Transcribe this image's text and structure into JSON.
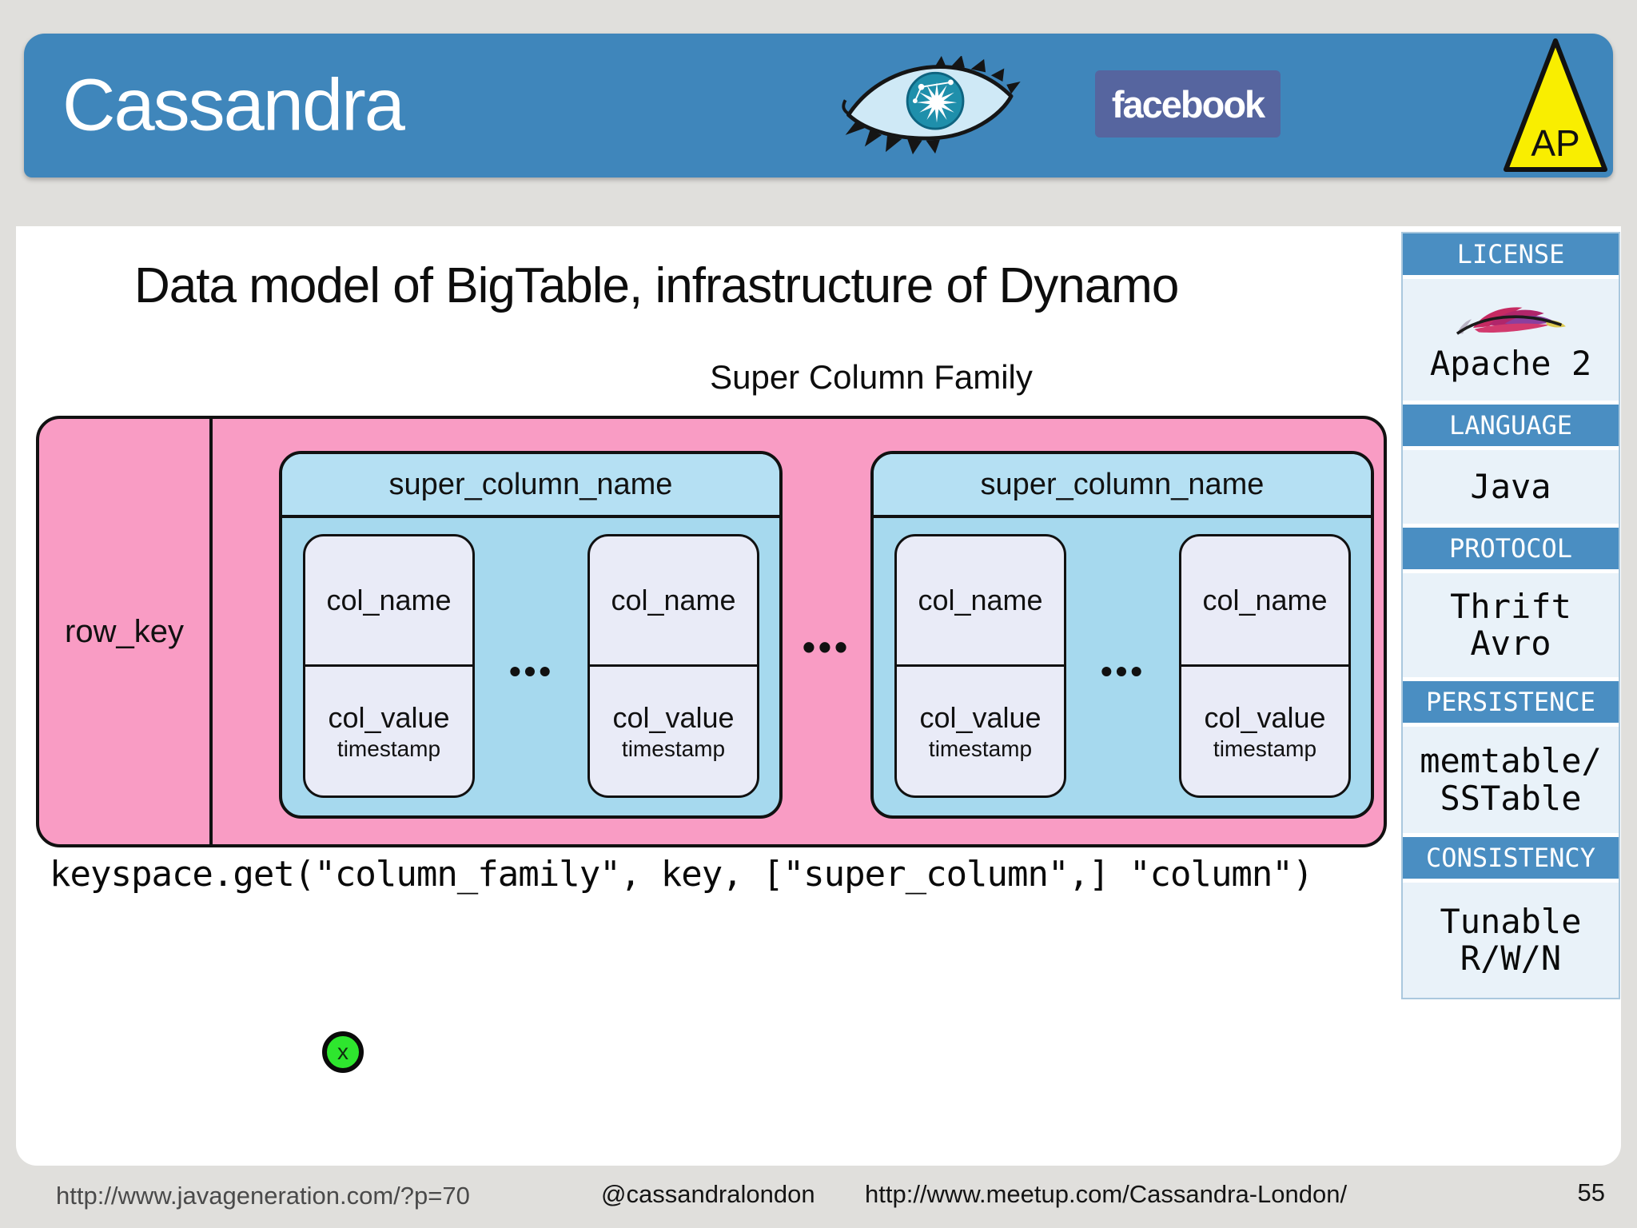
{
  "header": {
    "title": "Cassandra",
    "facebook_label": "facebook",
    "ap_badge": "AP"
  },
  "main": {
    "title": "Data model of BigTable, infrastructure of Dynamo",
    "diagram": {
      "label": "Super Column Family",
      "row_key": "row_key",
      "ellipsis": "•••",
      "super_columns": [
        {
          "name": "super_column_name",
          "columns": [
            {
              "name": "col_name",
              "value": "col_value",
              "timestamp": "timestamp"
            },
            {
              "name": "col_name",
              "value": "col_value",
              "timestamp": "timestamp"
            }
          ]
        },
        {
          "name": "super_column_name",
          "columns": [
            {
              "name": "col_name",
              "value": "col_value",
              "timestamp": "timestamp"
            },
            {
              "name": "col_name",
              "value": "col_value",
              "timestamp": "timestamp"
            }
          ]
        }
      ]
    },
    "code": "keyspace.get(\"column_family\", key, [\"super_column\",] \"column\")",
    "marker_label": "x"
  },
  "sidebar": {
    "sections": [
      {
        "label": "LICENSE",
        "lines": [
          "Apache 2"
        ],
        "icon": "apache-feather"
      },
      {
        "label": "LANGUAGE",
        "lines": [
          "Java"
        ]
      },
      {
        "label": "PROTOCOL",
        "lines": [
          "Thrift",
          "Avro"
        ]
      },
      {
        "label": "PERSISTENCE",
        "lines": [
          "memtable/",
          "SSTable"
        ]
      },
      {
        "label": "CONSISTENCY",
        "lines": [
          "Tunable",
          "R/W/N"
        ]
      }
    ]
  },
  "footer": {
    "source_url": "http://www.javageneration.com/?p=70",
    "twitter_handle": "@cassandralondon",
    "meetup_url": "http://www.meetup.com/Cassandra-London/",
    "page_number": "55"
  },
  "colors": {
    "page_bg": "#e0dfdc",
    "panel_white": "#ffffff",
    "header_blue": "#3f86bb",
    "facebook_blue": "#56659f",
    "ap_yellow": "#f9ee00",
    "pink": "#f99cc4",
    "super_column_blue": "#a6d9ee",
    "super_column_header_blue": "#b5e0f3",
    "column_box": "#e9ebf7",
    "sidebar_header_blue": "#4a8ec2",
    "sidebar_value_bg": "#e9f2f9",
    "marker_green": "#2ee62e",
    "outline_black": "#111111"
  }
}
